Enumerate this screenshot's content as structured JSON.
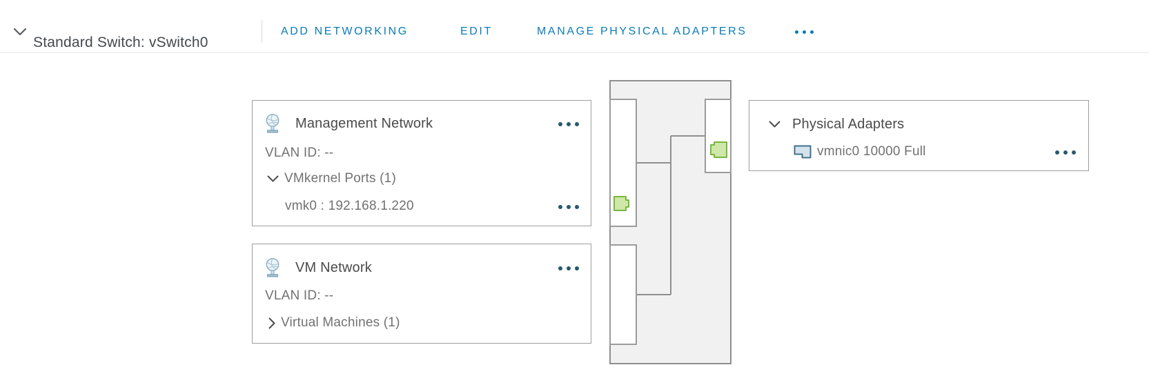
{
  "header": {
    "title": "Standard Switch: vSwitch0",
    "actions": {
      "add_networking": "ADD NETWORKING",
      "edit": "EDIT",
      "manage_physical_adapters": "MANAGE PHYSICAL ADAPTERS"
    }
  },
  "port_groups": [
    {
      "name": "Management Network",
      "vlan_label": "VLAN ID: --",
      "group_label": "VMkernel Ports (1)",
      "group_expanded": true,
      "ports": [
        "vmk0 : 192.168.1.220"
      ]
    },
    {
      "name": "VM Network",
      "vlan_label": "VLAN ID: --",
      "group_label": "Virtual Machines (1)",
      "group_expanded": false,
      "ports": []
    }
  ],
  "physical": {
    "title": "Physical Adapters",
    "adapters": [
      "vmnic0 10000 Full"
    ]
  },
  "icons": {
    "collapse": "chevron-down-icon",
    "port_group": "network-globe-icon",
    "expanded_group": "chevron-down-icon",
    "collapsed_group": "chevron-right-icon",
    "physical_adapter": "nic-adapter-icon",
    "more": "ellipsis-icon"
  },
  "colors": {
    "accent_blue": "#0b7bb8",
    "ellipsis_teal": "#26596d",
    "title_gray": "#44494e",
    "text_gray": "#717171",
    "port_green_fill": "#cfe7a8",
    "port_green_border": "#77b73c",
    "switch_box_fill": "#f1f1f2",
    "switch_box_border": "#8f8f8f"
  }
}
